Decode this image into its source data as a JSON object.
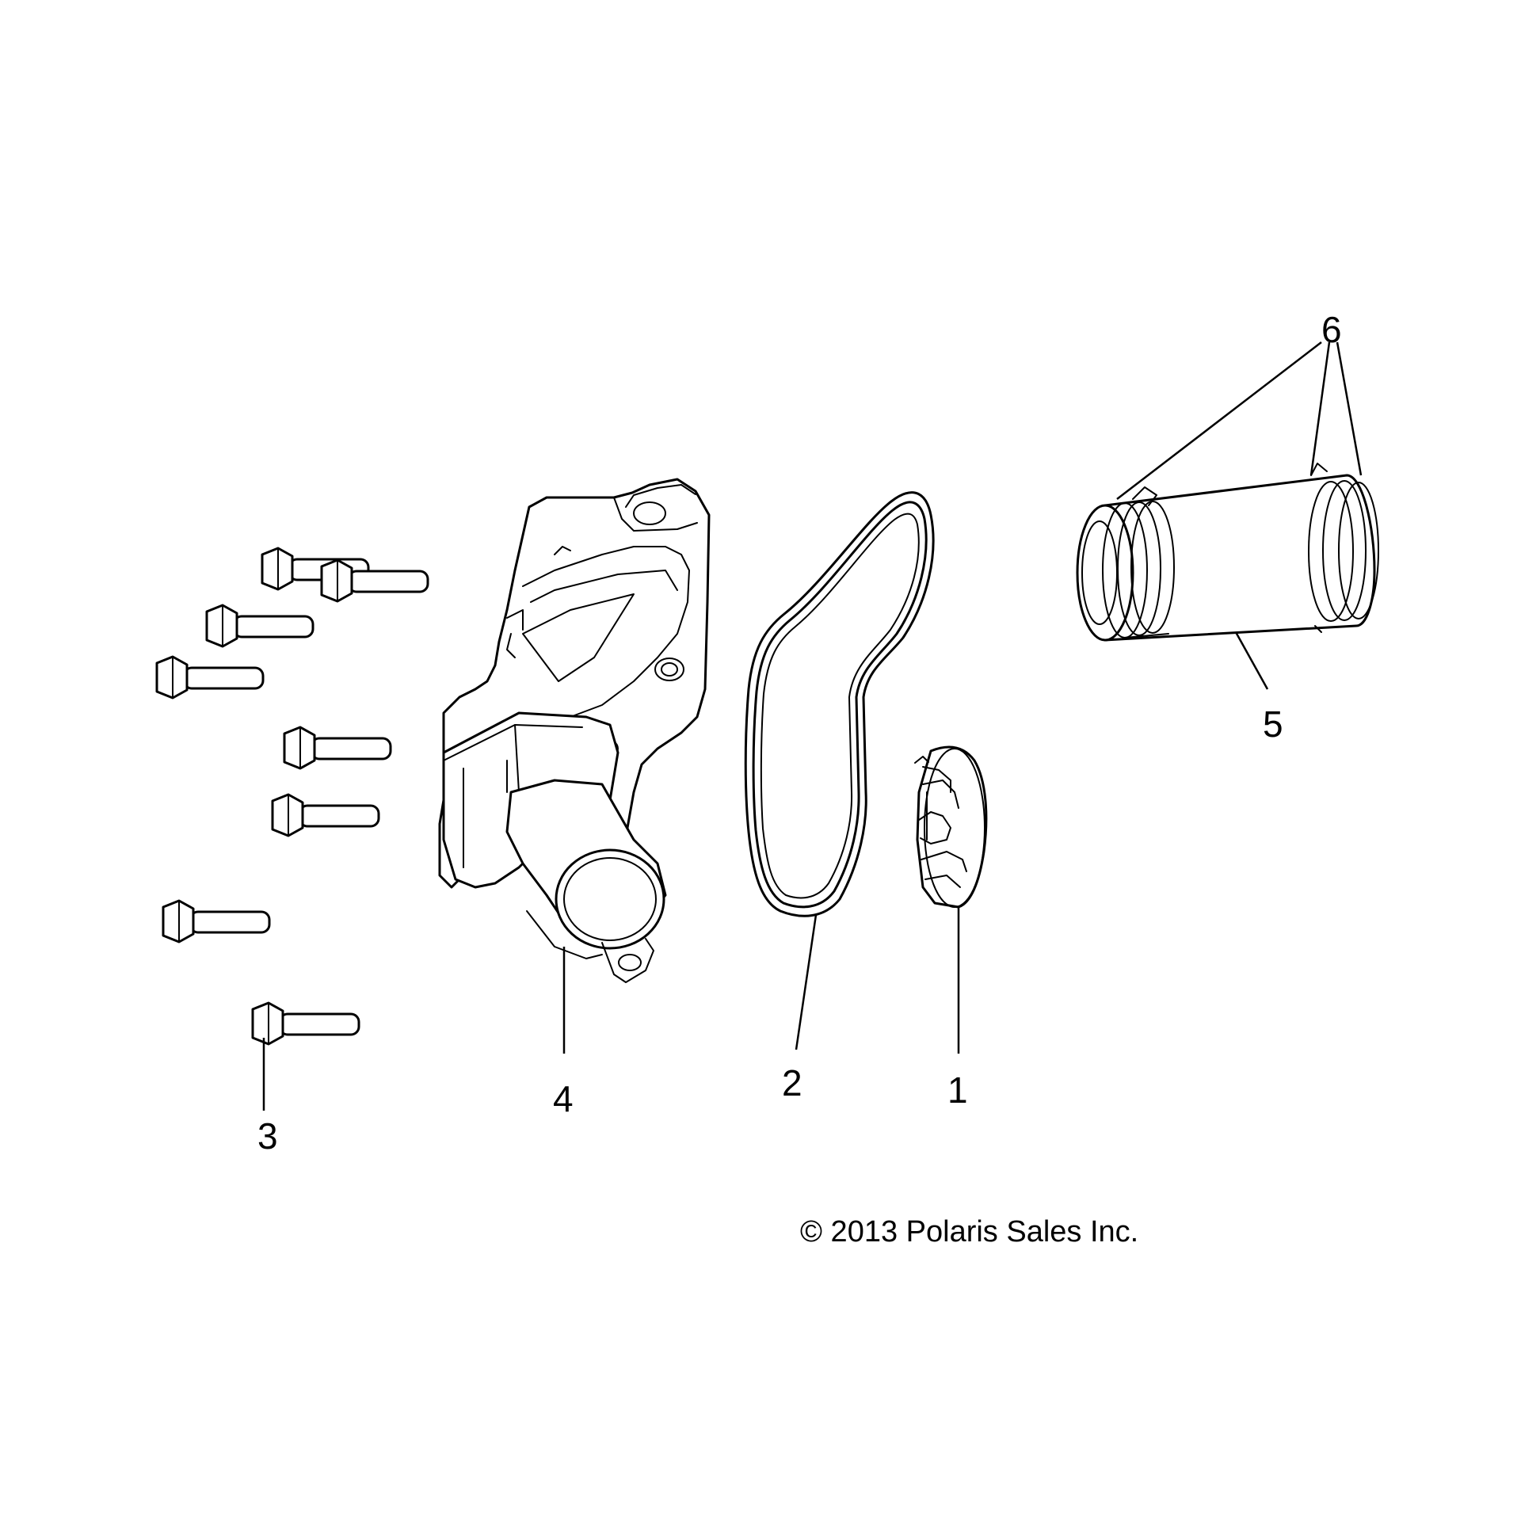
{
  "callouts": [
    {
      "id": "1",
      "text": "1"
    },
    {
      "id": "2",
      "text": "2"
    },
    {
      "id": "3",
      "text": "3"
    },
    {
      "id": "4",
      "text": "4"
    },
    {
      "id": "5",
      "text": "5"
    },
    {
      "id": "6",
      "text": "6"
    }
  ],
  "copyright": "© 2013 Polaris Sales Inc."
}
